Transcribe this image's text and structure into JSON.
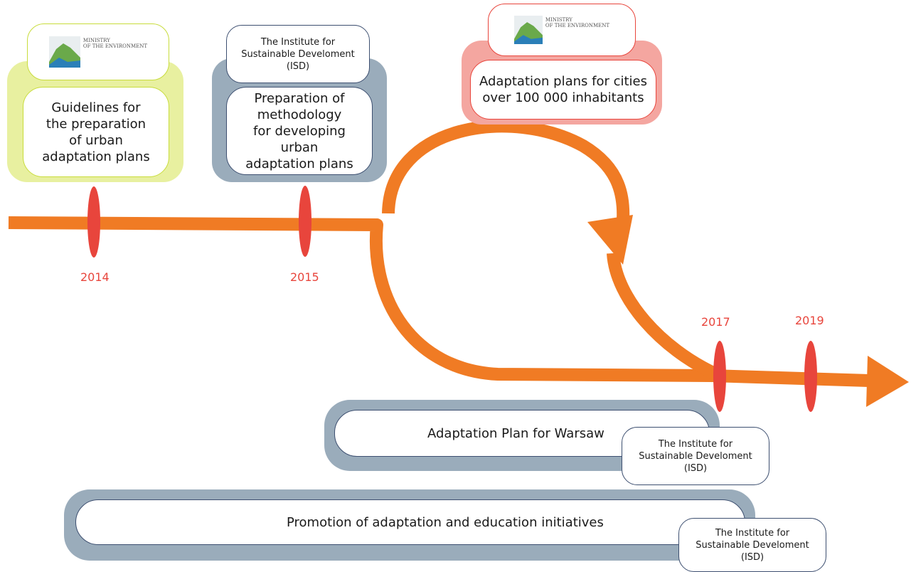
{
  "colors": {
    "arrow": "#f07b24",
    "marker": "#e8453c",
    "ministry_panel": "#e8f0a0",
    "ministry_border": "#c8dc3c",
    "isd_panel": "#9aacbb",
    "cities_panel": "#f4a6a0",
    "cities_border": "#e8453c",
    "isd_border": "#3d4f70"
  },
  "logo": {
    "icon": "ministry-of-environment-logo",
    "text": "MINISTRY\nOF THE ENVIRONMENT"
  },
  "steps": {
    "guidelines": "Guidelines for\nthe preparation\nof urban\nadaptation plans",
    "methodology": "Preparation of\nmethodology\nfor developing urban\nadaptation plans",
    "cities": "Adaptation plans for cities\nover 100 000 inhabitants",
    "warsaw": "Adaptation Plan for Warsaw",
    "promotion": "Promotion of adaptation and education initiatives"
  },
  "isd_label": "The Institute for\nSustainable Develoment\n(ISD)",
  "years": [
    "2014",
    "2015",
    "2017",
    "2019"
  ]
}
